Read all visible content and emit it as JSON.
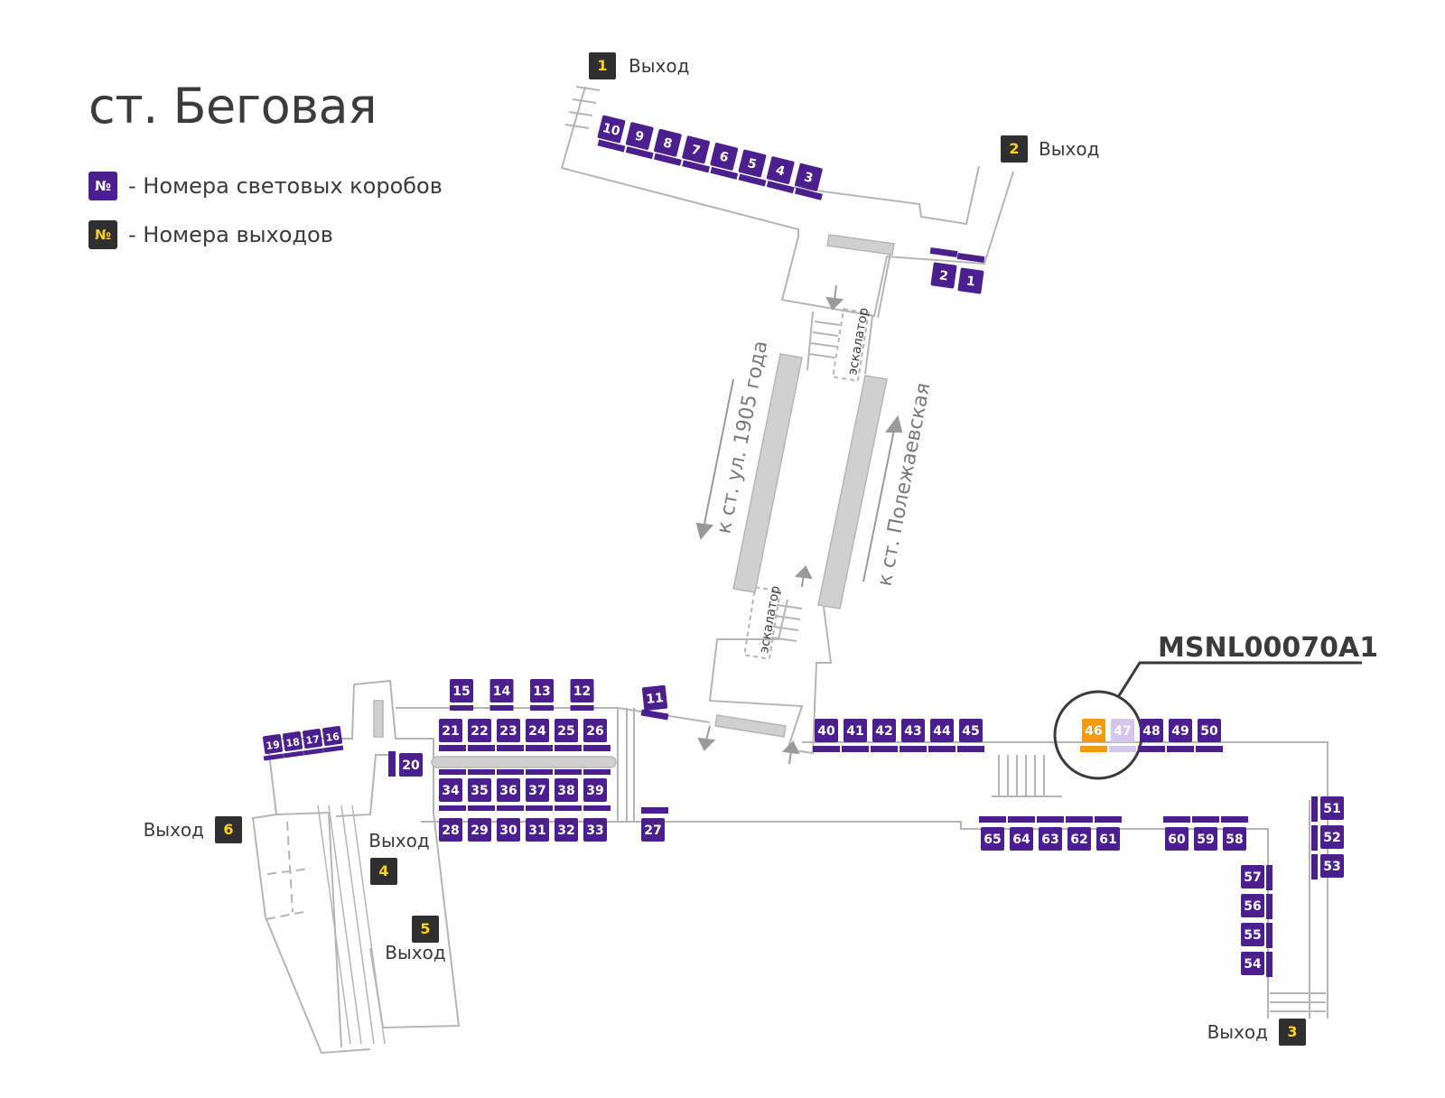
{
  "station_title": "ст. Беговая",
  "legend": [
    {
      "symbol": "№",
      "text": "- Номера световых коробов",
      "box_color": "#4b1f8e",
      "text_color": "#ffffff"
    },
    {
      "symbol": "№",
      "text": "- Номера выходов",
      "box_color": "#2f2f2f",
      "text_color": "#ffd21f"
    }
  ],
  "highlight_code": "MSNL00070A1",
  "colors": {
    "lightbox": "#4b1f8e",
    "exit_box": "#2f2f2f",
    "exit_number": "#ffd21f",
    "selected": "#f29a10",
    "paired": "#d4c6ea",
    "outline": "#b5b5b5",
    "platform": "#d0d0d0"
  },
  "exit_label": "Выход",
  "exits": [
    "1",
    "2",
    "3",
    "4",
    "5",
    "6"
  ],
  "escalator_label": "эскалатор",
  "direction_labels": [
    "к ст. ул. 1905 года",
    "к ст. Полежаевская"
  ],
  "lightboxes": {
    "north_row": [
      "10",
      "9",
      "8",
      "7",
      "6",
      "5",
      "4",
      "3"
    ],
    "north_pair": [
      "2",
      "1"
    ],
    "upper_row": [
      "15",
      "14",
      "13",
      "12"
    ],
    "row_a": [
      "21",
      "22",
      "23",
      "24",
      "25",
      "26"
    ],
    "row_b": [
      "34",
      "35",
      "36",
      "37",
      "38",
      "39"
    ],
    "row_c": [
      "28",
      "29",
      "30",
      "31",
      "32",
      "33"
    ],
    "single_11": "11",
    "single_27": "27",
    "single_20": "20",
    "small_row": [
      "19",
      "18",
      "17",
      "16"
    ],
    "east_row": [
      "40",
      "41",
      "42",
      "43",
      "44",
      "45"
    ],
    "selected": "46",
    "paired": "47",
    "east_row_2": [
      "48",
      "49",
      "50"
    ],
    "right_column": [
      "51",
      "52",
      "53"
    ],
    "lower_row_1": [
      "65",
      "64",
      "63",
      "62",
      "61"
    ],
    "lower_row_2": [
      "60",
      "59",
      "58"
    ],
    "lower_column": [
      "57",
      "56",
      "55",
      "54"
    ]
  }
}
